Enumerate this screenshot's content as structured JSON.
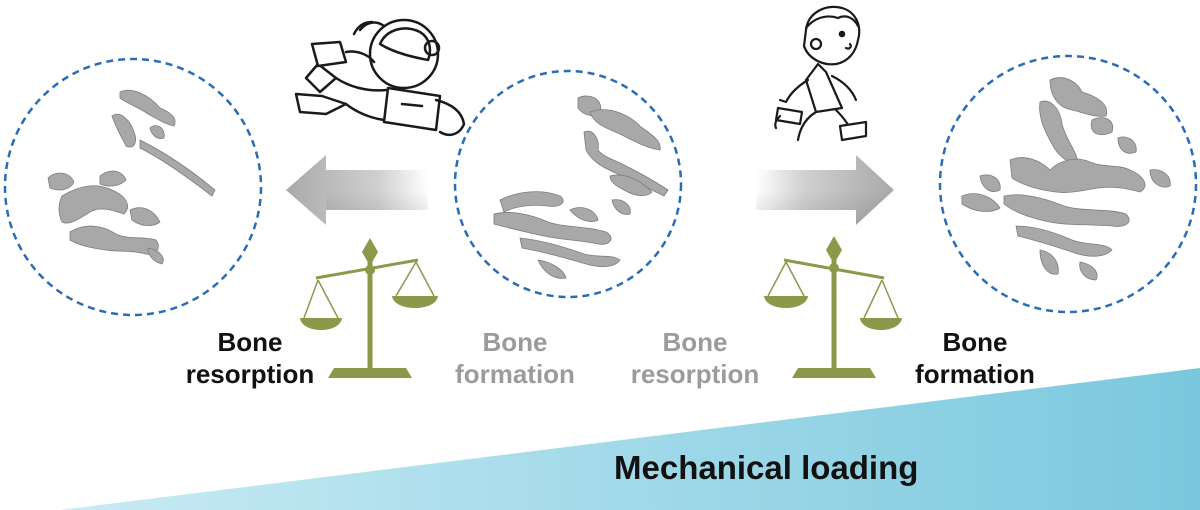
{
  "labels": {
    "left": {
      "line1": "Bone",
      "line2": "resorption"
    },
    "center_left": {
      "line1": "Bone",
      "line2": "formation"
    },
    "center_right": {
      "line1": "Bone",
      "line2": "resorption"
    },
    "right": {
      "line1": "Bone",
      "line2": "formation"
    }
  },
  "axis": {
    "title": "Mechanical loading"
  },
  "colors": {
    "circle_border": "#2a6db5",
    "bone": "#a8a8a8",
    "bone_dark": "#7d7d7d",
    "scale": "#8a9a4a",
    "arrow": "#b0b0b0",
    "wedge_light": "#c9ebf4",
    "wedge_dark": "#7ac8de",
    "text_dark": "#111111",
    "text_gray": "#9b9b9b"
  },
  "icons": {
    "left_figure": "astronaut-icon",
    "right_figure": "running-child-icon",
    "scales": "balance-scale-icon",
    "arrows": "gradient-arrow-icon"
  }
}
